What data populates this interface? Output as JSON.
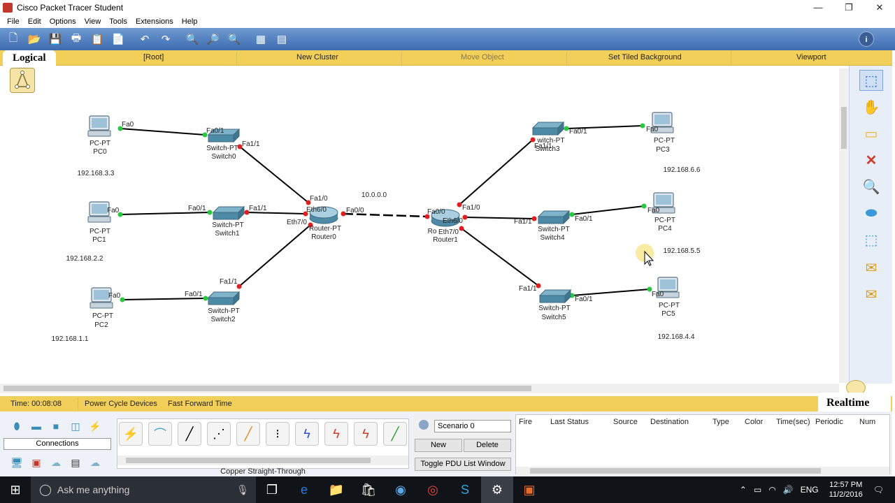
{
  "window": {
    "title": "Cisco Packet Tracer Student",
    "min": "—",
    "max": "❐",
    "close": "✕"
  },
  "menu": [
    "File",
    "Edit",
    "Options",
    "View",
    "Tools",
    "Extensions",
    "Help"
  ],
  "logicalbar": {
    "tab": "Logical",
    "root": "[Root]",
    "new_cluster": "New Cluster",
    "move_object": "Move Object",
    "set_bg": "Set Tiled Background",
    "viewport": "Viewport"
  },
  "devices": {
    "pc0": {
      "type": "PC-PT",
      "name": "PC0",
      "ip": "192.168.3.3"
    },
    "pc1": {
      "type": "PC-PT",
      "name": "PC1",
      "ip": "192.168.2.2"
    },
    "pc2": {
      "type": "PC-PT",
      "name": "PC2",
      "ip": "192.168.1.1"
    },
    "pc3": {
      "type": "PC-PT",
      "name": "PC3",
      "ip": "192.168.6.6"
    },
    "pc4": {
      "type": "PC-PT",
      "name": "PC4",
      "ip": "192.168.5.5"
    },
    "pc5": {
      "type": "PC-PT",
      "name": "PC5",
      "ip": "192.168.4.4"
    },
    "switch0": {
      "type": "Switch-PT",
      "name": "Switch0"
    },
    "switch1": {
      "type": "Switch-PT",
      "name": "Switch1"
    },
    "switch2": {
      "type": "Switch-PT",
      "name": "Switch2"
    },
    "switch3": {
      "type": "Switch-PT",
      "name": "Switch3"
    },
    "switch4": {
      "type": "Switch-PT",
      "name": "Switch4"
    },
    "switch5": {
      "type": "Switch-PT",
      "name": "Switch5"
    },
    "router0": {
      "type": "Router-PT",
      "name": "Router0"
    },
    "router1": {
      "type": "Ro",
      "name": "Router1"
    },
    "router_link": "10.0.0.0"
  },
  "ports": {
    "fa0": "Fa0",
    "fa0_1": "Fa0/1",
    "fa1_1": "Fa1/1",
    "fa1_0": "Fa1/0",
    "eth6_0": "Eth6/0",
    "eth7_0": "Eth7/0",
    "fa0_0": "Fa0/0",
    "sw3_partial": "Fa1/1",
    "sw3_type_partial": "witch-PT"
  },
  "bottombar": {
    "time": "Time: 00:08:08",
    "power": "Power Cycle Devices",
    "fast": "Fast Forward Time",
    "realtime": "Realtime"
  },
  "devpanel": {
    "connections": "Connections",
    "cable_name": "Copper Straight-Through",
    "scenario": "Scenario 0",
    "new": "New",
    "delete": "Delete",
    "toggle": "Toggle PDU List Window",
    "pdu_headers": [
      "Fire",
      "Last Status",
      "Source",
      "Destination",
      "Type",
      "Color",
      "Time(sec)",
      "Periodic",
      "Num"
    ]
  },
  "taskbar": {
    "search": "Ask me anything",
    "lang": "ENG",
    "time": "12:57 PM",
    "date": "11/2/2016"
  },
  "colors": {
    "toolbar": "#3d6bb0",
    "bar": "#f2cf59",
    "link": "#000000",
    "port_up": "#27c93f",
    "port_down": "#e02020"
  }
}
